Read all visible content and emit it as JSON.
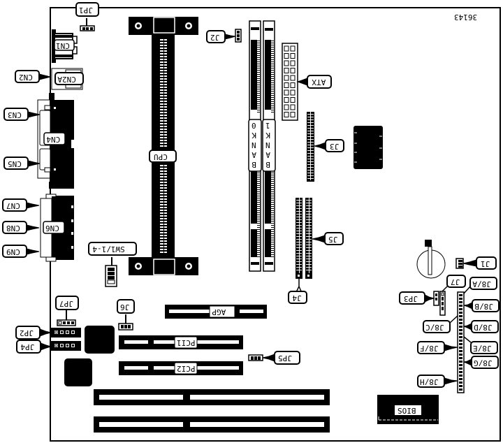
{
  "diagram": {
    "type": "motherboard-layout",
    "orientation": "upside-down",
    "figure_id": "36143",
    "colors": {
      "ink": "#000000",
      "paper": "#ffffff"
    },
    "labels": {
      "JP1": "JP1",
      "CN1": "CN1",
      "CN2": "CN2",
      "CN2A": "CN2A",
      "CN3": "CN3",
      "CN4": "CN4",
      "CN5": "CN5",
      "CN6": "CN6",
      "CN7": "CN7",
      "CN8": "CN8",
      "CN9": "CN9",
      "CPU": "CPU",
      "J2": "J2",
      "ATX": "ATX",
      "BANK0": "BANK0",
      "BANK1": "BANK1",
      "J3": "J3",
      "J4": "J4",
      "J5": "J5",
      "SW1": "SW1/1-4",
      "J1": "J1",
      "J7": "J7",
      "JP3": "JP3",
      "J8A": "J8/A",
      "J8B": "J8/B",
      "J8C": "J8/C",
      "J8D": "J8/D",
      "J8E": "J8/E",
      "J8F": "J8/F",
      "J8G": "J8/G",
      "J8H": "J8/H",
      "JP7": "JP7",
      "JP2": "JP2",
      "JP4": "JP4",
      "J6": "J6",
      "JP5": "JP5",
      "AGP": "AGP",
      "PCI1": "PCI1",
      "PCI2": "PCI2",
      "BIOS": "BIOS"
    }
  }
}
